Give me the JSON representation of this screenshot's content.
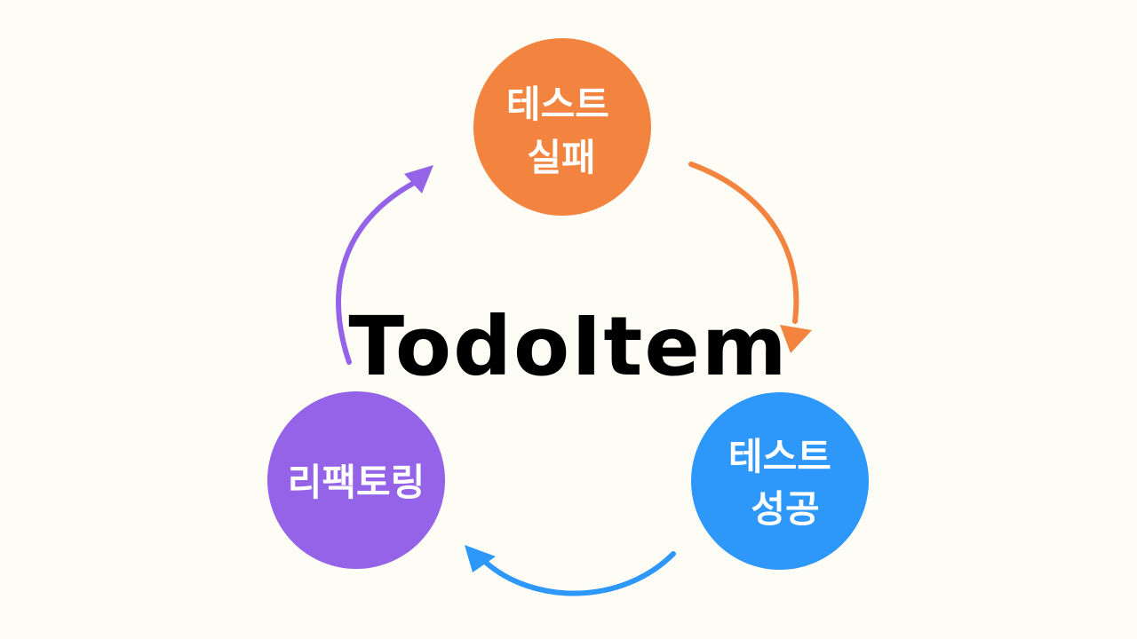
{
  "title": "TodoItem",
  "nodes": [
    {
      "id": "fail",
      "lines": [
        "테스트",
        "실패"
      ],
      "color": "#F2843F"
    },
    {
      "id": "success",
      "lines": [
        "테스트",
        "성공"
      ],
      "color": "#2D97FA"
    },
    {
      "id": "refactor",
      "lines": [
        "리팩토링"
      ],
      "color": "#9563E7"
    }
  ],
  "arrows": [
    {
      "from": "fail",
      "to": "success",
      "color": "#F2843F"
    },
    {
      "from": "success",
      "to": "refactor",
      "color": "#2D97FA"
    },
    {
      "from": "refactor",
      "to": "fail",
      "color": "#9563E7"
    }
  ]
}
